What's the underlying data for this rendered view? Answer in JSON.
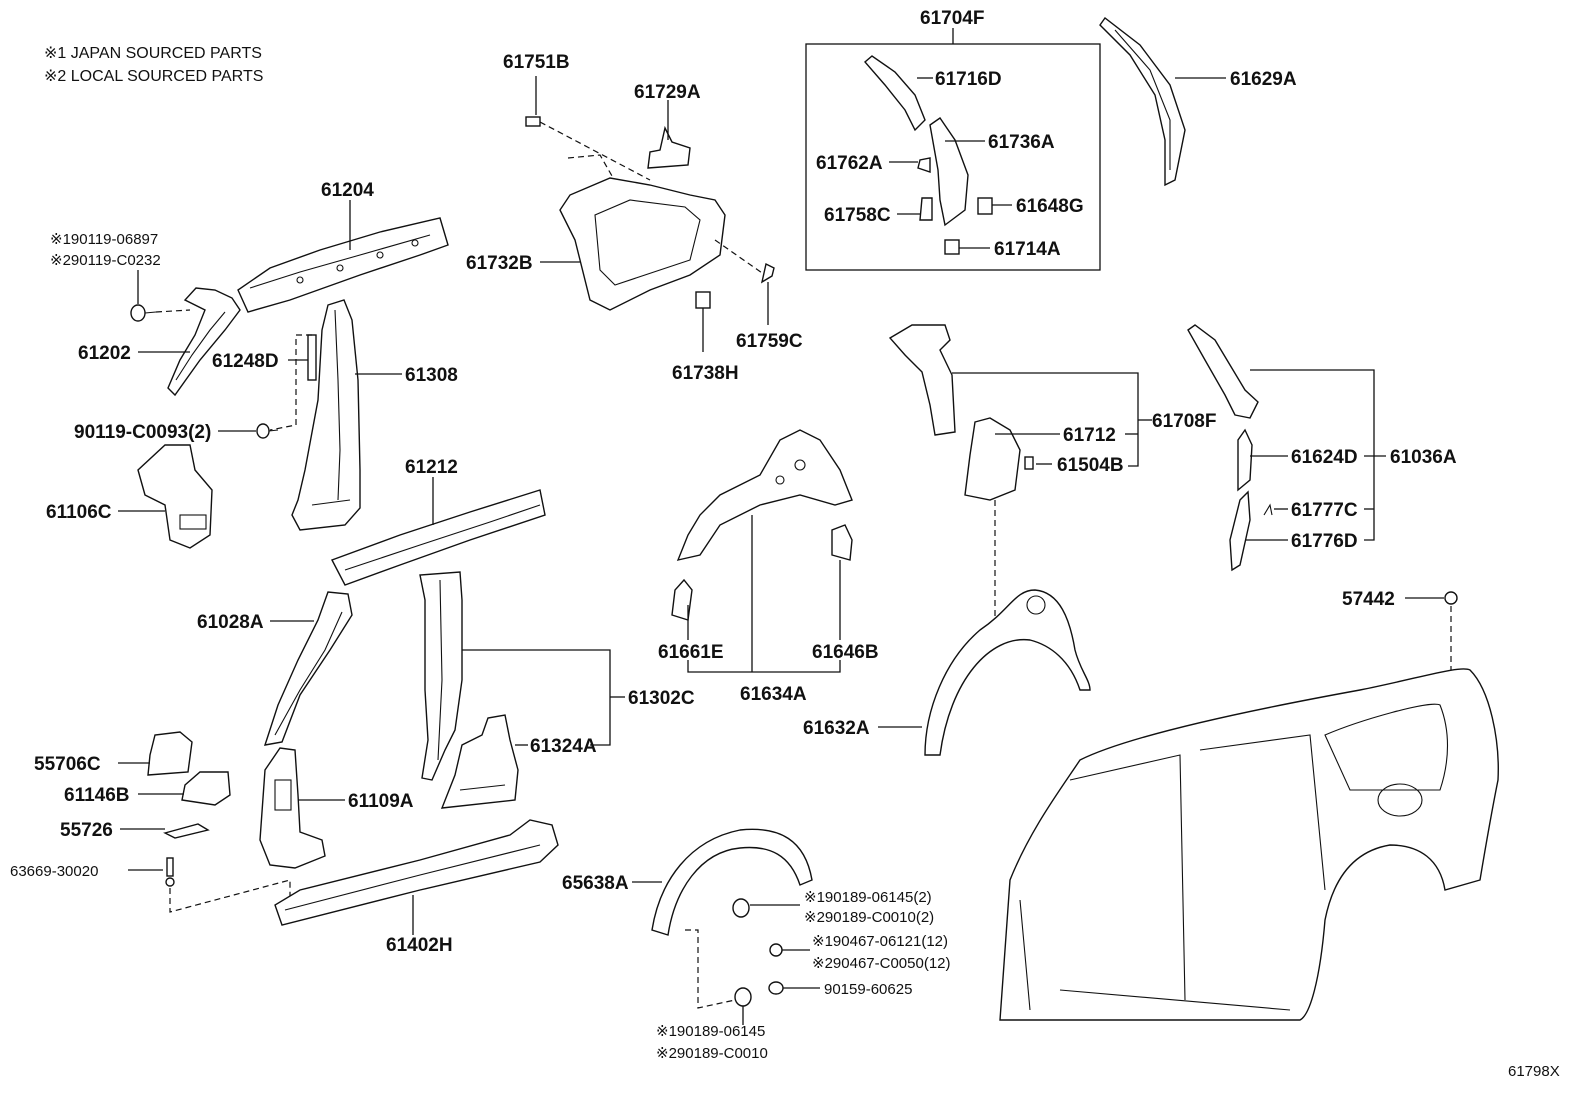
{
  "notes": {
    "note1": "※1 JAPAN SOURCED PARTS",
    "note2": "※2 LOCAL SOURCED PARTS"
  },
  "labels": {
    "p61704F": "61704F",
    "p61751B": "61751B",
    "p61729A": "61729A",
    "p61716D": "61716D",
    "p61629A": "61629A",
    "p61736A": "61736A",
    "p61762A": "61762A",
    "p61758C": "61758C",
    "p61648G": "61648G",
    "p61714A": "61714A",
    "p61204": "61204",
    "p90119_06897": "※190119-06897",
    "p90119_C0232": "※290119-C0232",
    "p61732B": "61732B",
    "p61759C": "61759C",
    "p61738H": "61738H",
    "p61202": "61202",
    "p61248D": "61248D",
    "p61308": "61308",
    "p90119_C0093": "90119-C0093(2)",
    "p61106C": "61106C",
    "p61212": "61212",
    "p61712": "61712",
    "p61708F": "61708F",
    "p61504B": "61504B",
    "p61624D": "61624D",
    "p61036A": "61036A",
    "p61777C": "61777C",
    "p61776D": "61776D",
    "p57442": "57442",
    "p61028A": "61028A",
    "p61661E": "61661E",
    "p61646B": "61646B",
    "p61302C": "61302C",
    "p61634A": "61634A",
    "p61632A": "61632A",
    "p61324A": "61324A",
    "p55706C": "55706C",
    "p61146B": "61146B",
    "p61109A": "61109A",
    "p55726": "55726",
    "p63669_30020": "63669-30020",
    "p65638A": "65638A",
    "p90189_06145_2": "※190189-06145(2)",
    "p90189_C0010_2": "※290189-C0010(2)",
    "p61402H": "61402H",
    "p90467_06121": "※190467-06121(12)",
    "p90467_C0050": "※290467-C0050(12)",
    "p90159_60625": "90159-60625",
    "p90189_06145": "※190189-06145",
    "p90189_C0010": "※290189-C0010"
  },
  "reference": "61798X"
}
